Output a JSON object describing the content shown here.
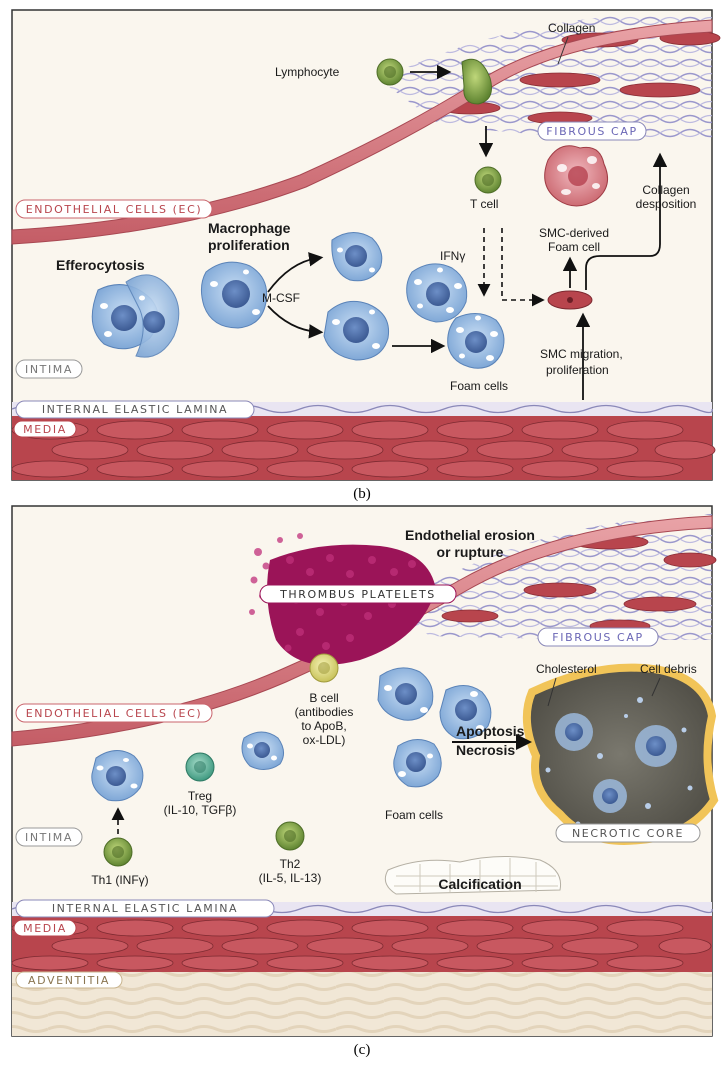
{
  "panel_b": {
    "caption": "(b)",
    "labels": {
      "collagen": "Collagen",
      "lymphocyte": "Lymphocyte",
      "fibrous_cap": "FIBROUS CAP",
      "endothelial": "ENDOTHELIAL CELLS (EC)",
      "t_cell": "T cell",
      "smc_foam_1": "SMC-derived",
      "smc_foam_2": "Foam cell",
      "collagen_dep_1": "Collagen",
      "collagen_dep_2": "desposition",
      "macrophage_1": "Macrophage",
      "macrophage_2": "proliferation",
      "efferocytosis": "Efferocytosis",
      "ifng": "IFNγ",
      "mcsf": "M-CSF",
      "intima": "INTIMA",
      "foam_cells": "Foam cells",
      "smc_migration_1": "SMC migration,",
      "smc_migration_2": "proliferation",
      "internal_elastic": "INTERNAL ELASTIC LAMINA",
      "media": "MEDIA"
    }
  },
  "panel_c": {
    "caption": "(c)",
    "labels": {
      "erosion_1": "Endothelial erosion",
      "erosion_2": "or rupture",
      "thrombus": "THROMBUS PLATELETS",
      "fibrous_cap": "FIBROUS CAP",
      "cholesterol": "Cholesterol",
      "cell_debris": "Cell debris",
      "endothelial": "ENDOTHELIAL CELLS (EC)",
      "b_cell_1": "B cell",
      "b_cell_2": "(antibodies",
      "b_cell_3": "to ApoB,",
      "b_cell_4": "ox-LDL)",
      "treg_1": "Treg",
      "treg_2": "(IL-10, TGFβ)",
      "apoptosis": "Apoptosis",
      "necrosis": "Necrosis",
      "foam_cells": "Foam cells",
      "intima": "INTIMA",
      "necrotic_core": "NECROTIC CORE",
      "th1": "Th1 (INFγ)",
      "th2_1": "Th2",
      "th2_2": "(IL-5, IL-13)",
      "calcification": "Calcification",
      "internal_elastic": "INTERNAL ELASTIC LAMINA",
      "media": "MEDIA",
      "adventitia": "ADVENTITIA"
    }
  },
  "colors": {
    "background": "#faf6ee",
    "media_red": "#b8454d",
    "endothelium": "#c9646c",
    "macrophage_blue": "#86aedb",
    "lymphocyte_green": "#7da24a",
    "platelet_magenta": "#9b1458",
    "necrotic_gold": "#f1c458",
    "fibrous_cap_text": "#6a66b5",
    "lamina_purple": "#8a88b8"
  }
}
